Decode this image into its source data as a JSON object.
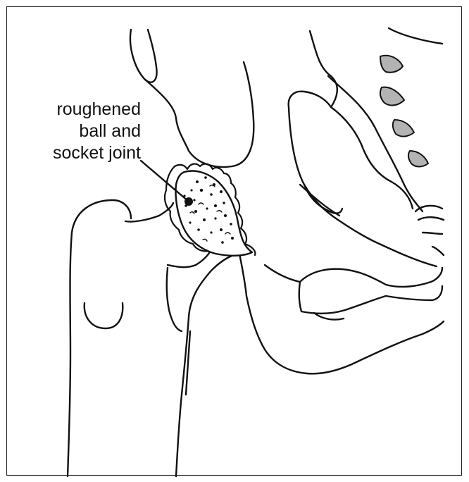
{
  "diagram": {
    "label_lines": [
      "roughened",
      "ball and",
      "socket joint"
    ]
  },
  "colors": {
    "stroke": "#111111",
    "spine_fill": "#b3b3b3",
    "background": "#ffffff"
  }
}
